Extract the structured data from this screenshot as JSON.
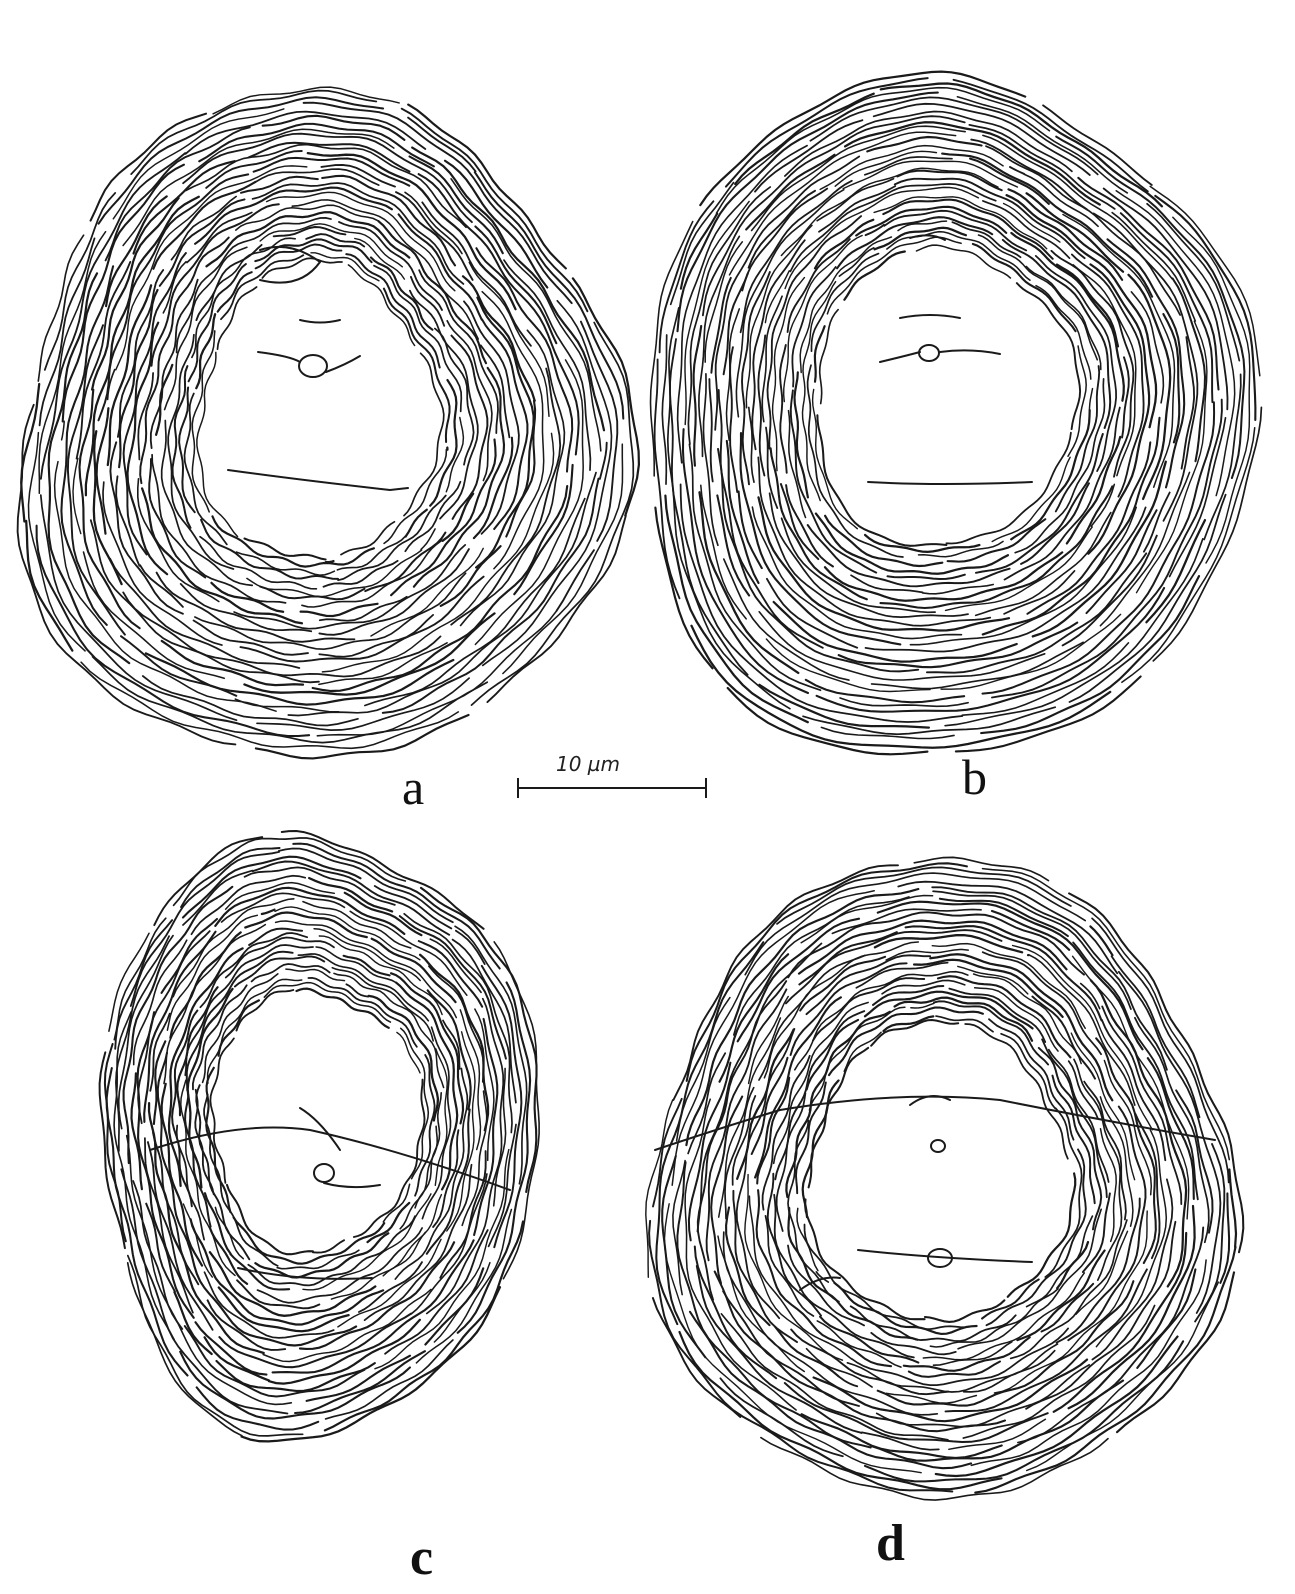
{
  "figure": {
    "panels": [
      {
        "id": "a",
        "label": "a"
      },
      {
        "id": "b",
        "label": "b"
      },
      {
        "id": "c",
        "label": "c"
      },
      {
        "id": "d",
        "label": "d"
      }
    ],
    "scale_bar": {
      "text": "10 µm"
    },
    "colors": {
      "ink": "#1a1a1a",
      "background": "#ffffff"
    }
  }
}
